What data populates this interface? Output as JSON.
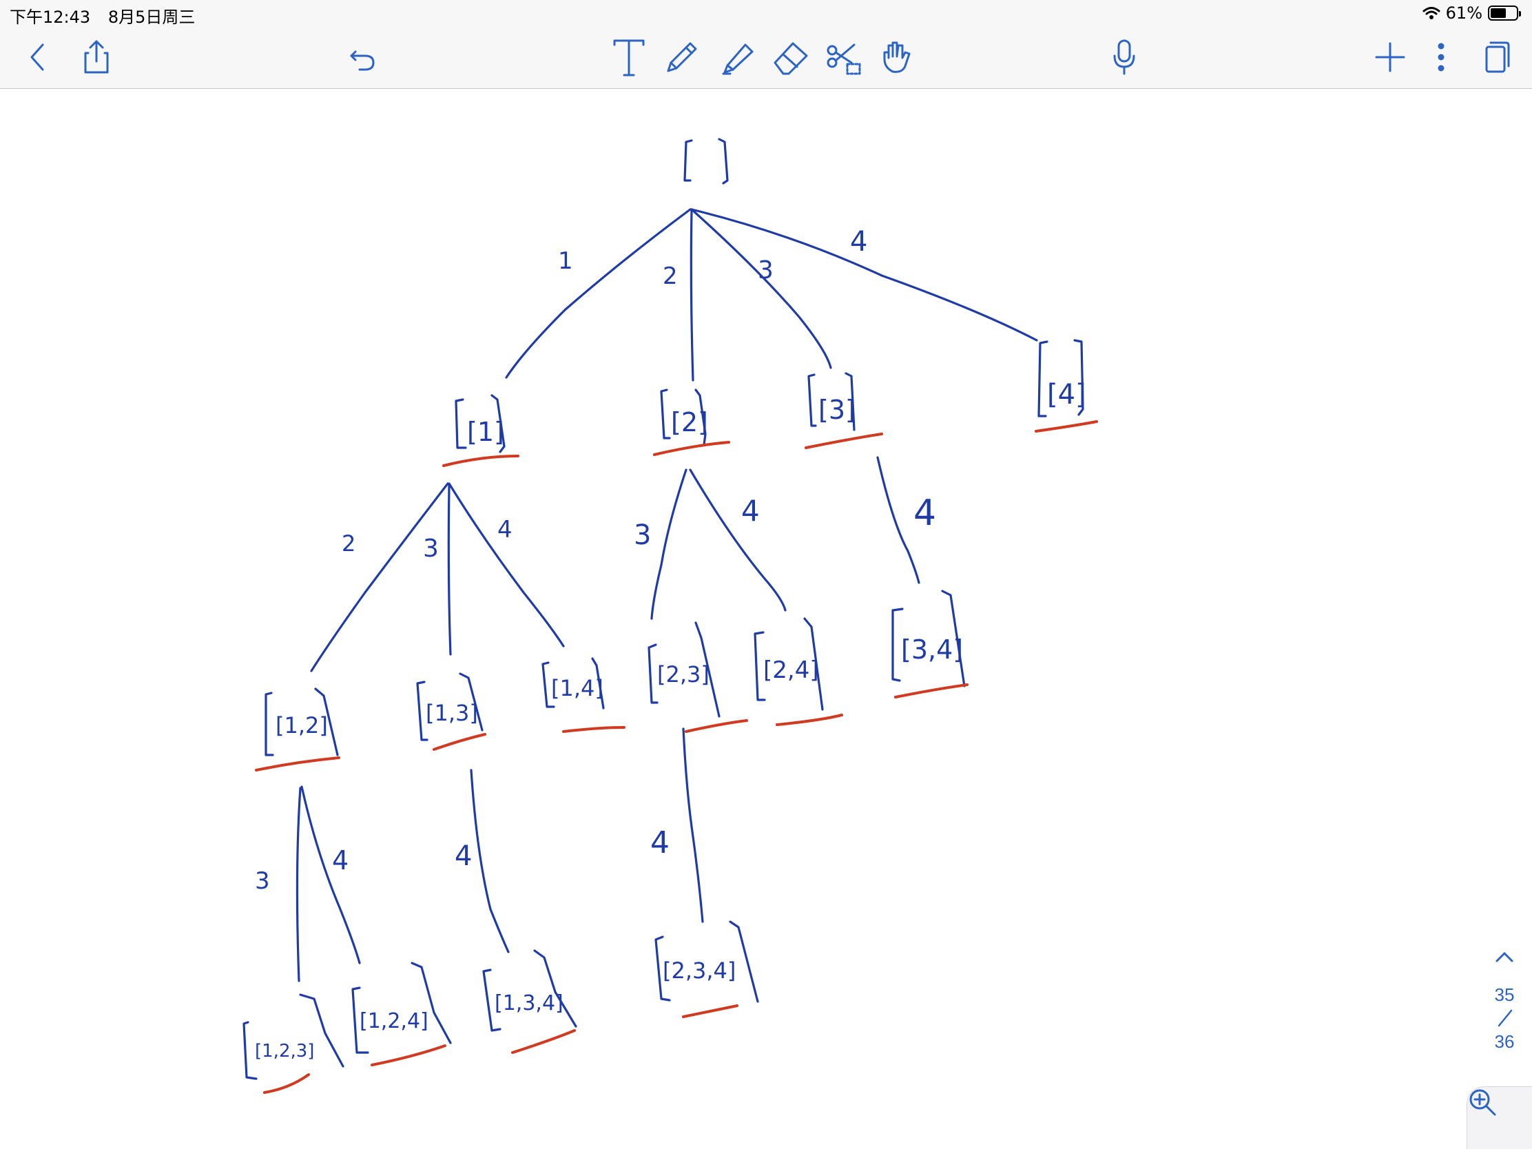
{
  "status": {
    "time": "下午12:43",
    "date": "8月5日周三",
    "battery": "61%",
    "battery_fraction": 0.61
  },
  "toolbar": {
    "icons": [
      "back-icon",
      "share-icon",
      "undo-icon",
      "text-tool-icon",
      "pen-icon",
      "highlighter-icon",
      "eraser-icon",
      "lasso-scissors-icon",
      "hand-pointer-icon",
      "microphone-icon",
      "add-icon",
      "more-icon",
      "pages-icon"
    ]
  },
  "colors": {
    "ink": "#1f3ba8",
    "highlight": "#d23a20",
    "accent": "#2c64c6"
  },
  "tree": {
    "root": "[ ]",
    "edges": [
      "1",
      "2",
      "3",
      "4",
      "2",
      "3",
      "4",
      "3",
      "4",
      "4",
      "3",
      "4",
      "4",
      "4"
    ],
    "nodes": [
      "[1]",
      "[2]",
      "[3]",
      "[4]",
      "[1,2]",
      "[1,3]",
      "[1,4]",
      "[2,3]",
      "[2,4]",
      "[3,4]",
      "[1,2,3]",
      "[1,2,4]",
      "[1,3,4]",
      "[2,3,4]"
    ]
  },
  "pager": {
    "current": "35",
    "separator": "/",
    "total": "36"
  }
}
